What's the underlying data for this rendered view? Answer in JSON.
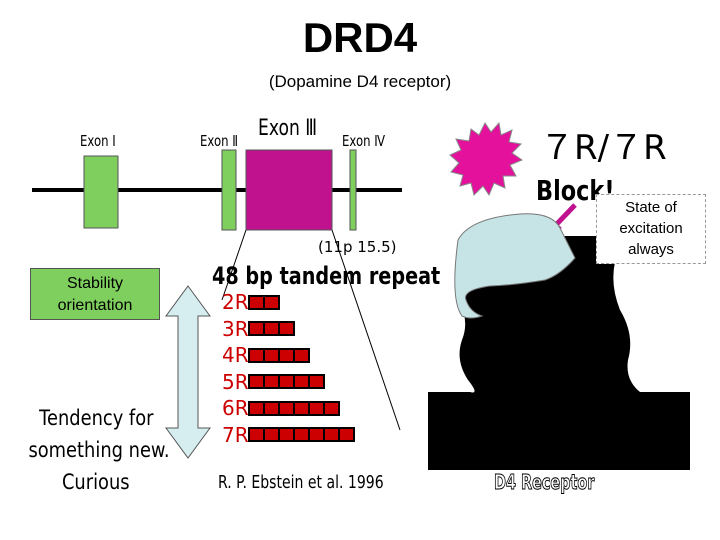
{
  "title": "DRD4",
  "subtitle": "(Dopamine D4 receptor)",
  "exons": {
    "exon1": "Exon Ⅰ",
    "exon2": "Exon Ⅱ",
    "exon3": "Exon Ⅲ",
    "exon4": "Exon Ⅳ"
  },
  "genotype": "７R/７R",
  "block_label": "Block!",
  "locus": "(11p 15.5)",
  "tandem_repeat_title": "48 bp tandem repeat",
  "repeats": [
    {
      "label": "2R",
      "count": 2
    },
    {
      "label": "3R",
      "count": 3
    },
    {
      "label": "4R",
      "count": 4
    },
    {
      "label": "5R",
      "count": 5
    },
    {
      "label": "6R",
      "count": 6
    },
    {
      "label": "7R",
      "count": 7
    }
  ],
  "citation": "R. P. Ebstein et al. 1996",
  "stability_label": "Stability orientation",
  "novelty_label_line1": "Tendency for",
  "novelty_label_line2": "something new.",
  "novelty_label_line3": "Curious",
  "excitation_note": "State of excitation always",
  "receptor_label": "D4 Receptor",
  "colors": {
    "exon_green": "#7fcf5f",
    "exon3_magenta": "#c0128e",
    "repeat_red": "#cc0000",
    "receptor_fill": "#c6e3e6",
    "starburst": "#e3119b",
    "arrow_fill": "#d7eef0"
  }
}
